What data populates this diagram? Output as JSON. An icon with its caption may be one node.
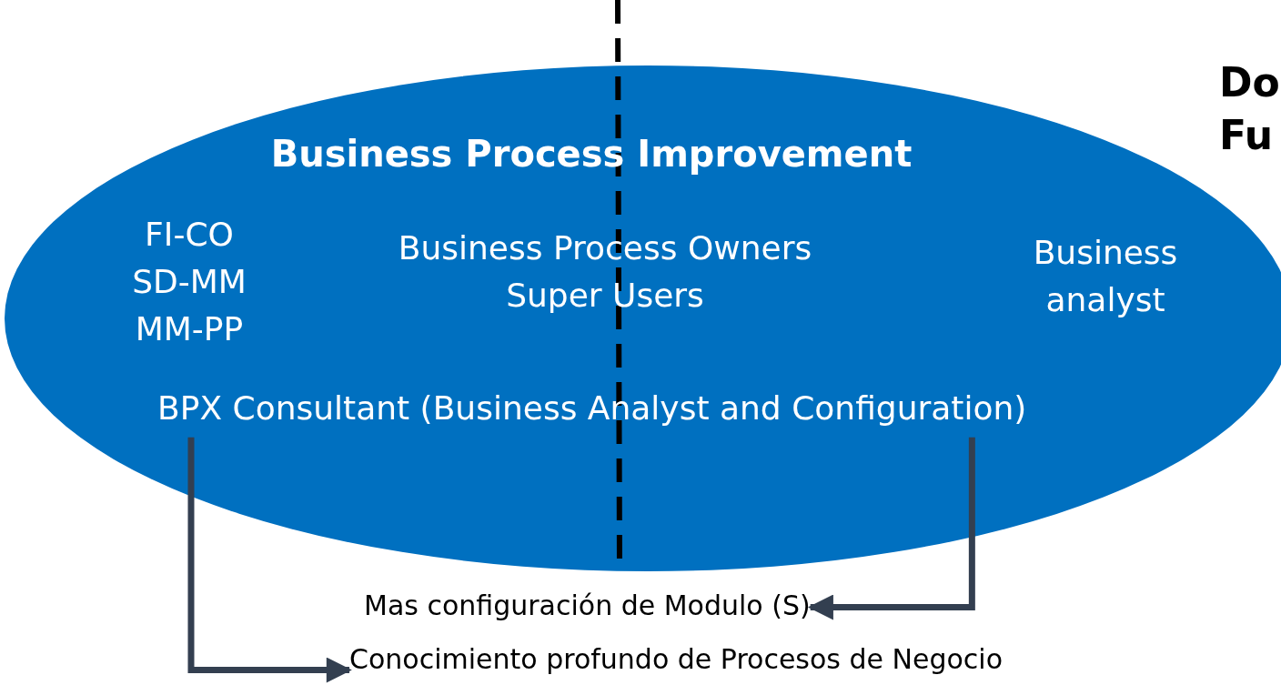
{
  "diagram": {
    "nodes": [
      {
        "text": [
          "Business Process Improvement",
          "FI-CO SD-MM MM-PP",
          "Business Process Owners Super Users",
          "Business analyst"
        ]
      },
      {
        "text": [
          "BPX Consultant (Business Analyst and Configuration)"
        ],
        "in": 0
      },
      {
        "text": [
          "Mas configuración de Modulo (S)"
        ]
      },
      {
        "text": [
          "Conocimiento profundo de Procesos de Negocio"
        ]
      }
    ],
    "edges": [
      {
        "from": 1,
        "to": 2,
        "arrow": "to"
      },
      {
        "from": 1,
        "to": 3,
        "arrow": "to"
      }
    ],
    "labels": [
      "Do",
      "Fu"
    ]
  }
}
